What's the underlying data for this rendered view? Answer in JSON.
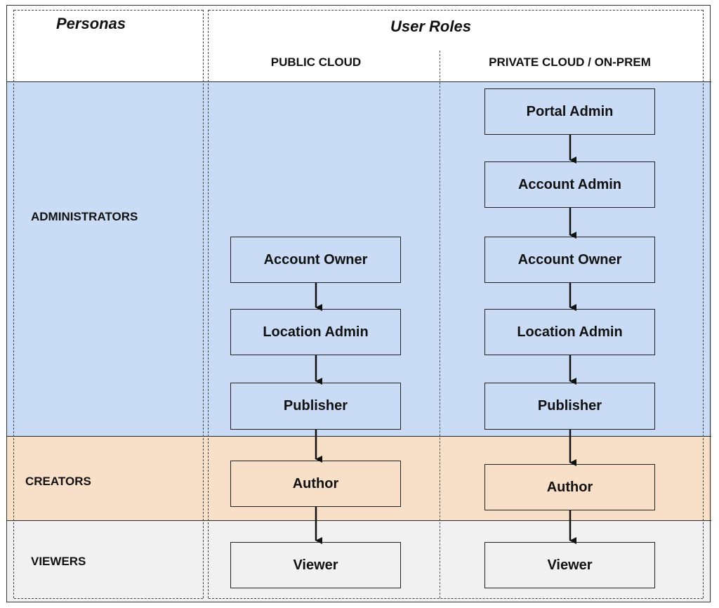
{
  "header": {
    "personas_title": "Personas",
    "user_roles_title": "User Roles",
    "public_cloud": "PUBLIC CLOUD",
    "private_cloud": "PRIVATE CLOUD / ON-PREM"
  },
  "personas": {
    "administrators": "ADMINISTRATORS",
    "creators": "CREATORS",
    "viewers": "VIEWERS"
  },
  "public_cloud_roles": {
    "account_owner": "Account Owner",
    "location_admin": "Location Admin",
    "publisher": "Publisher",
    "author": "Author",
    "viewer": "Viewer"
  },
  "private_cloud_roles": {
    "portal_admin": "Portal Admin",
    "account_admin": "Account Admin",
    "account_owner": "Account Owner",
    "location_admin": "Location Admin",
    "publisher": "Publisher",
    "author": "Author",
    "viewer": "Viewer"
  },
  "colors": {
    "administrators_band": "#c9dbf5",
    "creators_band": "#f8dfc8",
    "viewers_band": "#f1f1f1"
  }
}
